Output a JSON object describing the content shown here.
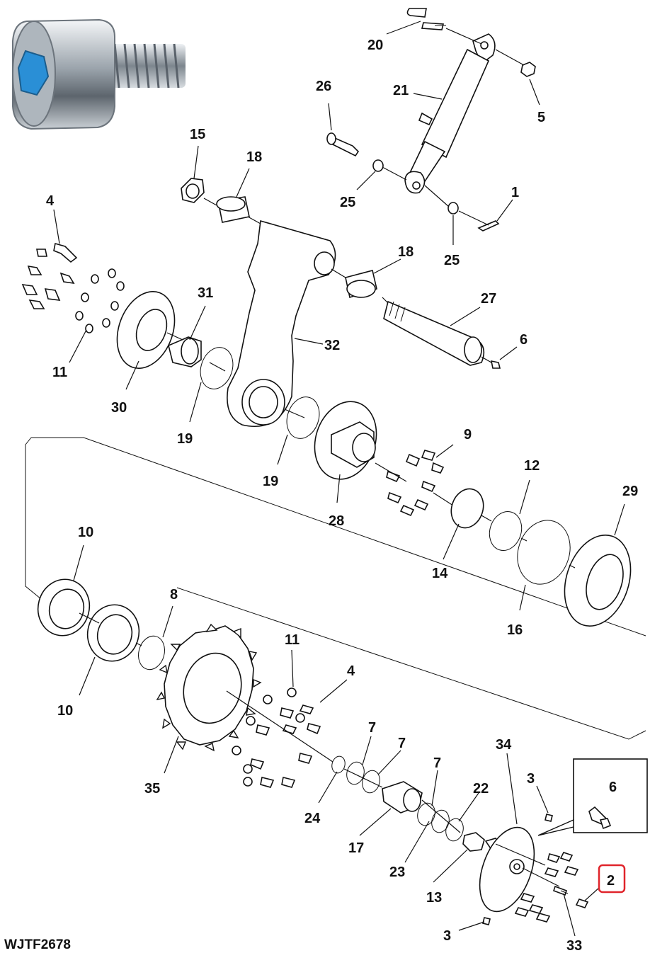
{
  "diagram": {
    "figure_code": "WJTF2678",
    "highlighted_label": "2",
    "highlight_color": "#e0242b",
    "callouts": [
      "20",
      "5",
      "21",
      "26",
      "15",
      "18",
      "25",
      "1",
      "25",
      "4",
      "18",
      "27",
      "31",
      "6",
      "11",
      "32",
      "30",
      "19",
      "9",
      "19",
      "28",
      "12",
      "29",
      "14",
      "10",
      "16",
      "8",
      "10",
      "11",
      "4",
      "7",
      "7",
      "34",
      "7",
      "22",
      "3",
      "6",
      "35",
      "24",
      "17",
      "23",
      "13",
      "2",
      "3",
      "33"
    ]
  }
}
